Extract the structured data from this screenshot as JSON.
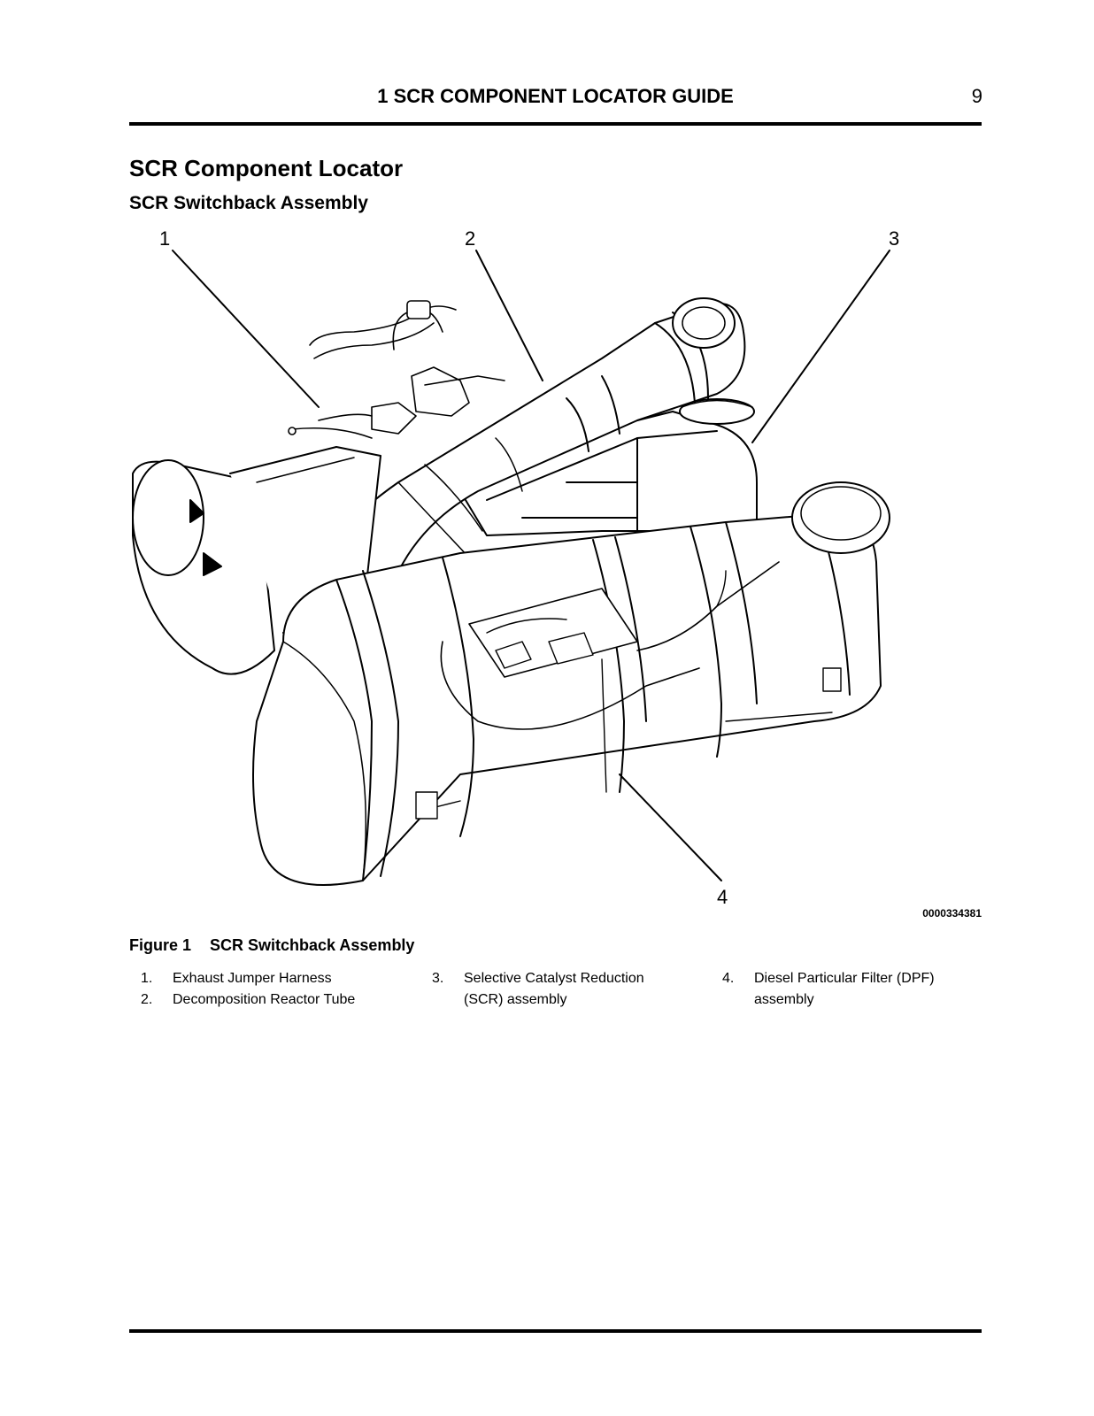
{
  "header": {
    "title": "1 SCR COMPONENT LOCATOR GUIDE",
    "page_number": "9"
  },
  "section": {
    "title": "SCR Component Locator",
    "subtitle": "SCR Switchback Assembly"
  },
  "figure": {
    "callouts": [
      "1",
      "2",
      "3",
      "4"
    ],
    "id": "0000334381",
    "caption_number": "Figure 1",
    "caption_text": "SCR Switchback Assembly"
  },
  "legend": [
    {
      "num": "1.",
      "text": "Exhaust Jumper Harness"
    },
    {
      "num": "2.",
      "text": "Decomposition Reactor Tube"
    },
    {
      "num": "3.",
      "text": "Selective Catalyst Reduction (SCR) assembly"
    },
    {
      "num": "4.",
      "text": "Diesel Particular Filter (DPF) assembly"
    }
  ]
}
